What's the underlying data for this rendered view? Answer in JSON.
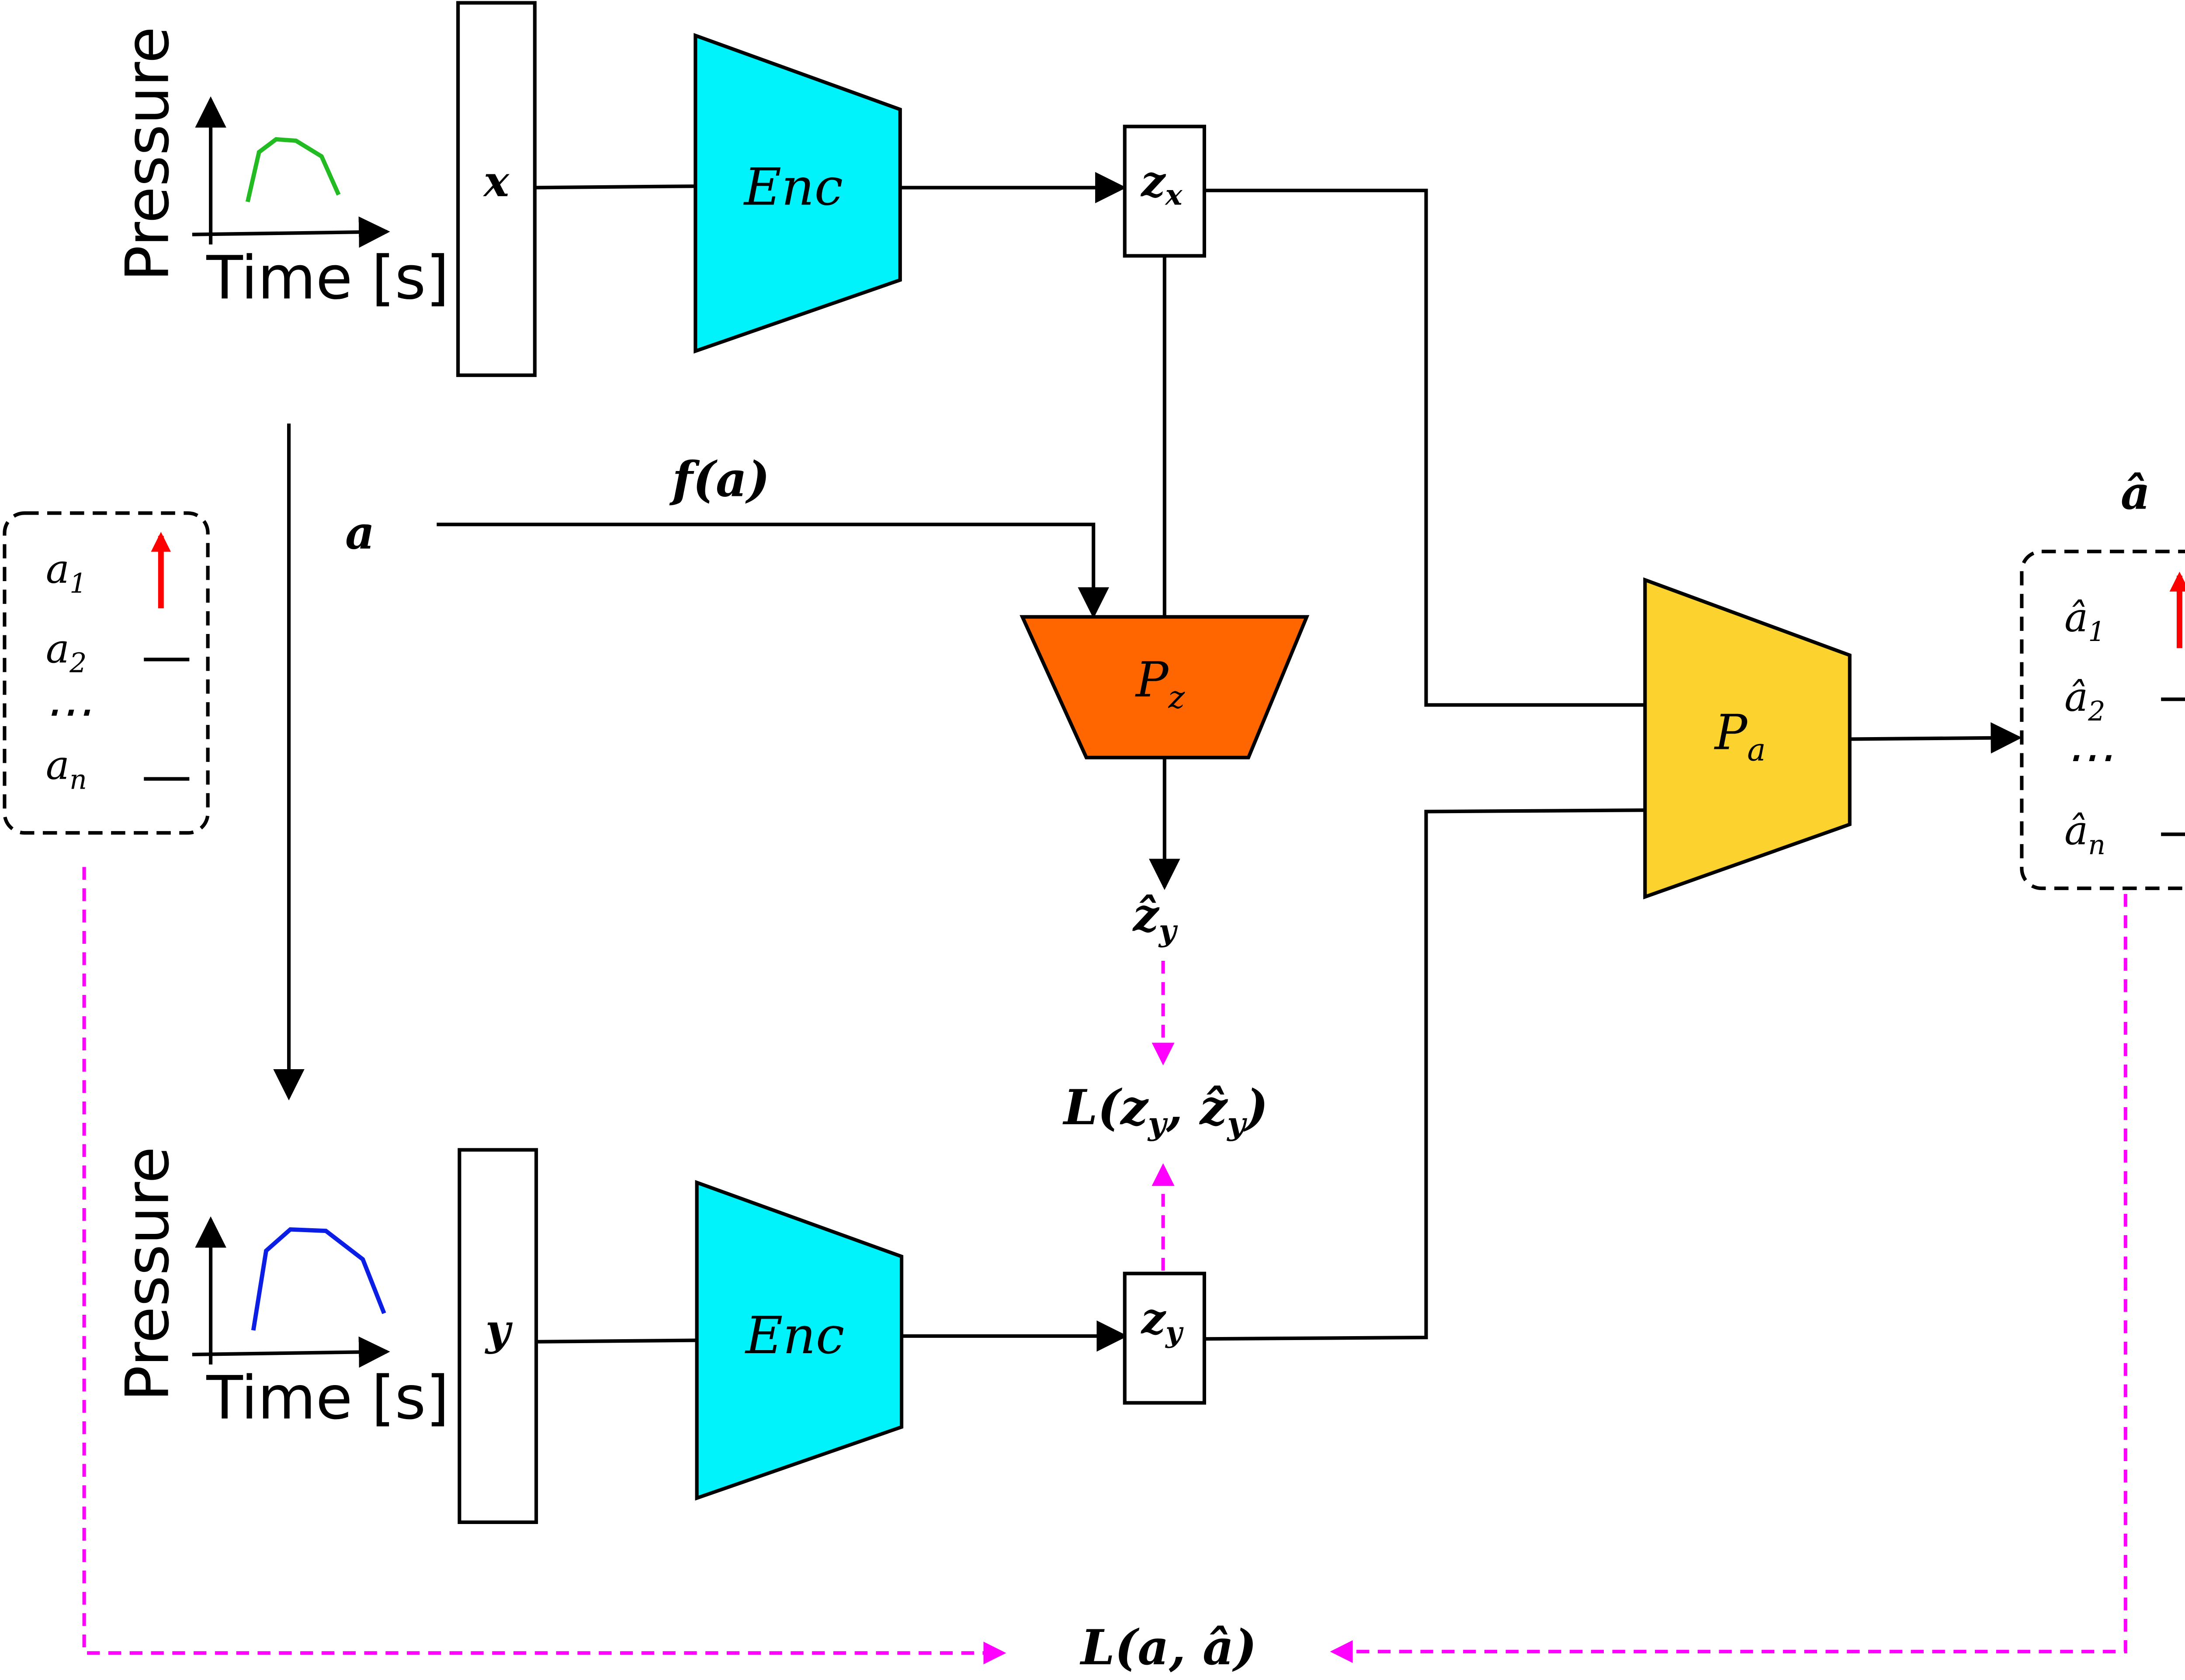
{
  "colors": {
    "encoder": "#00f2fa",
    "predictor_z": "#ff6600",
    "predictor_a": "#fcd22f",
    "loss_link": "#ff00ff",
    "increase_arrow": "#ff0000",
    "signal_x": "#22bb22",
    "signal_y": "#0a1ee6"
  },
  "top_branch": {
    "plot": {
      "ylabel": "Pressure",
      "xlabel": "Time [s]"
    },
    "input_label": "x",
    "encoder_label": "Enc",
    "latent_label": "z",
    "latent_sub": "x"
  },
  "bottom_branch": {
    "plot": {
      "ylabel": "Pressure",
      "xlabel": "Time [s]"
    },
    "input_label": "y",
    "encoder_label": "Enc",
    "latent_label": "z",
    "latent_sub": "y"
  },
  "attributes": {
    "input_label": "a",
    "items": [
      {
        "name": "a",
        "sub": "1"
      },
      {
        "name": "a",
        "sub": "2"
      },
      {
        "name": "a",
        "sub": "n"
      }
    ],
    "ellipsis": "⋯"
  },
  "transform_label": "f(a)",
  "predictor_z": {
    "label": "P",
    "sub": "z"
  },
  "predicted_latent": {
    "label": "ẑ",
    "sub": "y"
  },
  "latent_loss": {
    "prefix": "L(z",
    "sub1": "y",
    "middle": ", ẑ",
    "sub2": "y",
    "suffix": ")"
  },
  "predictor_a": {
    "label": "P",
    "sub": "a"
  },
  "predicted_attributes": {
    "title": "â",
    "items": [
      {
        "name": "â",
        "sub": "1"
      },
      {
        "name": "â",
        "sub": "2"
      },
      {
        "name": "â",
        "sub": "n"
      }
    ],
    "ellipsis": "⋯"
  },
  "attribute_loss": "L(a, â)"
}
